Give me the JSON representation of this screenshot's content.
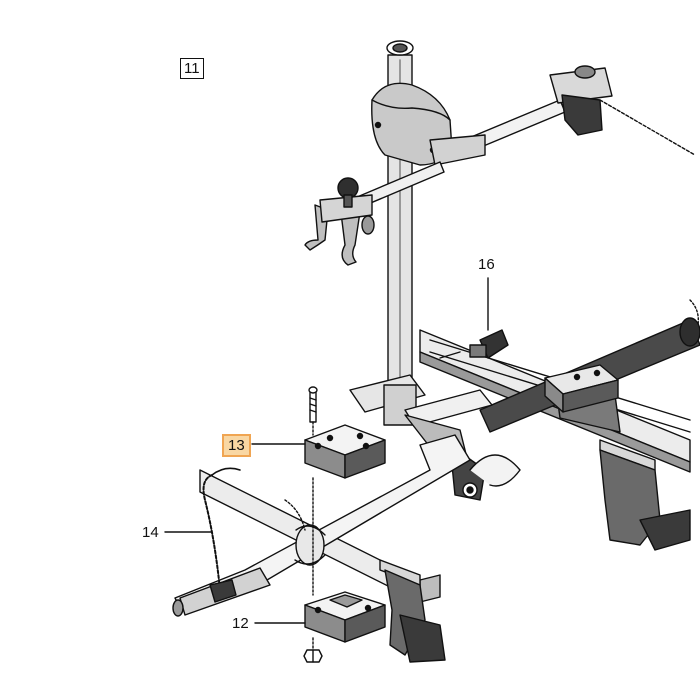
{
  "figure": {
    "step_number": "11",
    "callouts": [
      {
        "id": "16",
        "label": "16"
      },
      {
        "id": "13",
        "label": "13",
        "highlighted": true
      },
      {
        "id": "14",
        "label": "14"
      },
      {
        "id": "12",
        "label": "12"
      }
    ]
  },
  "colors": {
    "line": "#111111",
    "highlight_fill": "#f9d7a3",
    "highlight_border": "#f0a552",
    "part_dark": "#4a4a4a",
    "part_mid": "#9a9a9a",
    "part_light": "#e6e6e6"
  }
}
